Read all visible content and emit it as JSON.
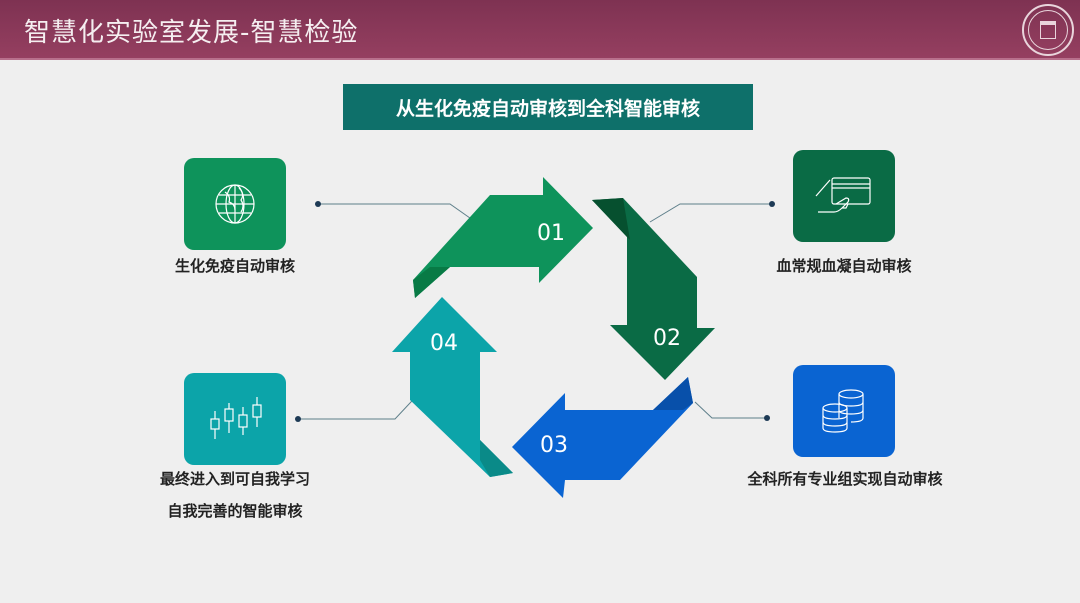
{
  "header": {
    "title": "智慧化实验室发展-智慧检验",
    "logo": "university-seal"
  },
  "subtitle": "从生化免疫自动审核到全科智能审核",
  "steps": [
    {
      "number": "01",
      "label": "生化免疫自动审核",
      "icon": "globe-icon",
      "color": "#0e935b"
    },
    {
      "number": "02",
      "label": "血常规血凝自动审核",
      "icon": "hand-card-icon",
      "color": "#0a6b45"
    },
    {
      "number": "03",
      "label": "全科所有专业组实现自动审核",
      "icon": "coins-stack-icon",
      "color": "#0a64d2"
    },
    {
      "number": "04",
      "label_line1": "最终进入到可自我学习",
      "label_line2": "自我完善的智能审核",
      "icon": "candlestick-chart-icon",
      "color": "#0ca4a9"
    }
  ]
}
